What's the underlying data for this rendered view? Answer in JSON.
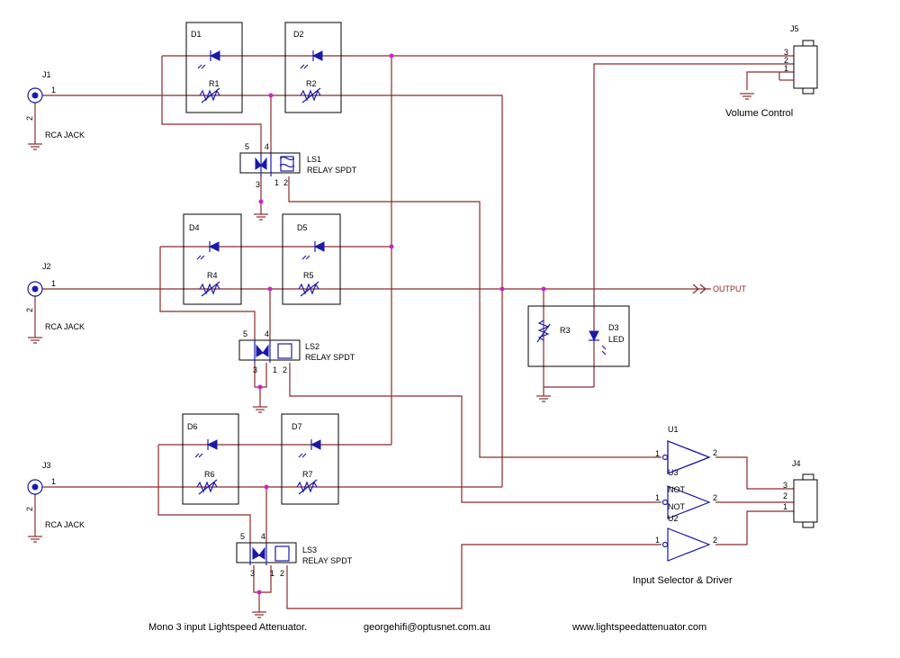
{
  "connectors": {
    "j1": {
      "ref": "J1",
      "pin1": "1",
      "pin2": "2",
      "label": "RCA JACK"
    },
    "j2": {
      "ref": "J2",
      "pin1": "1",
      "pin2": "2",
      "label": "RCA JACK"
    },
    "j3": {
      "ref": "J3",
      "pin1": "1",
      "pin2": "2",
      "label": "RCA JACK"
    },
    "j4": {
      "ref": "J4",
      "pins": [
        "3",
        "2",
        "1"
      ]
    },
    "j5": {
      "ref": "J5",
      "pins": [
        "3",
        "2",
        "1"
      ],
      "label": "Volume Control"
    }
  },
  "diodes": {
    "d1": "D1",
    "d2": "D2",
    "d4": "D4",
    "d5": "D5",
    "d6": "D6",
    "d7": "D7",
    "d3": "D3",
    "d3_label": "LED"
  },
  "resistors": {
    "r1": "R1",
    "r2": "R2",
    "r3": "R3",
    "r4": "R4",
    "r5": "R5",
    "r6": "R6",
    "r7": "R7"
  },
  "relays": {
    "ls1": {
      "ref": "LS1",
      "type": "RELAY SPDT"
    },
    "ls2": {
      "ref": "LS2",
      "type": "RELAY SPDT"
    },
    "ls3": {
      "ref": "LS3",
      "type": "RELAY SPDT"
    },
    "pins": {
      "p5": "5",
      "p4": "4",
      "p3": "3",
      "p1": "1",
      "p2": "2"
    }
  },
  "gates": {
    "u1": "U1",
    "u3": "U3",
    "u2": "U2",
    "not": "NOT",
    "in_pin": "1",
    "out_pin": "2",
    "label": "Input Selector & Driver"
  },
  "output_label": "OUTPUT",
  "footer": {
    "title": "Mono 3 input Lightspeed Attenuator.",
    "email": "georgehifi@optusnet.com.au",
    "website": "www.lightspeedattenuator.com"
  },
  "colors": {
    "wire": "#8b2a2a",
    "component": "#1a1aa8",
    "junction": "#cc22cc"
  }
}
